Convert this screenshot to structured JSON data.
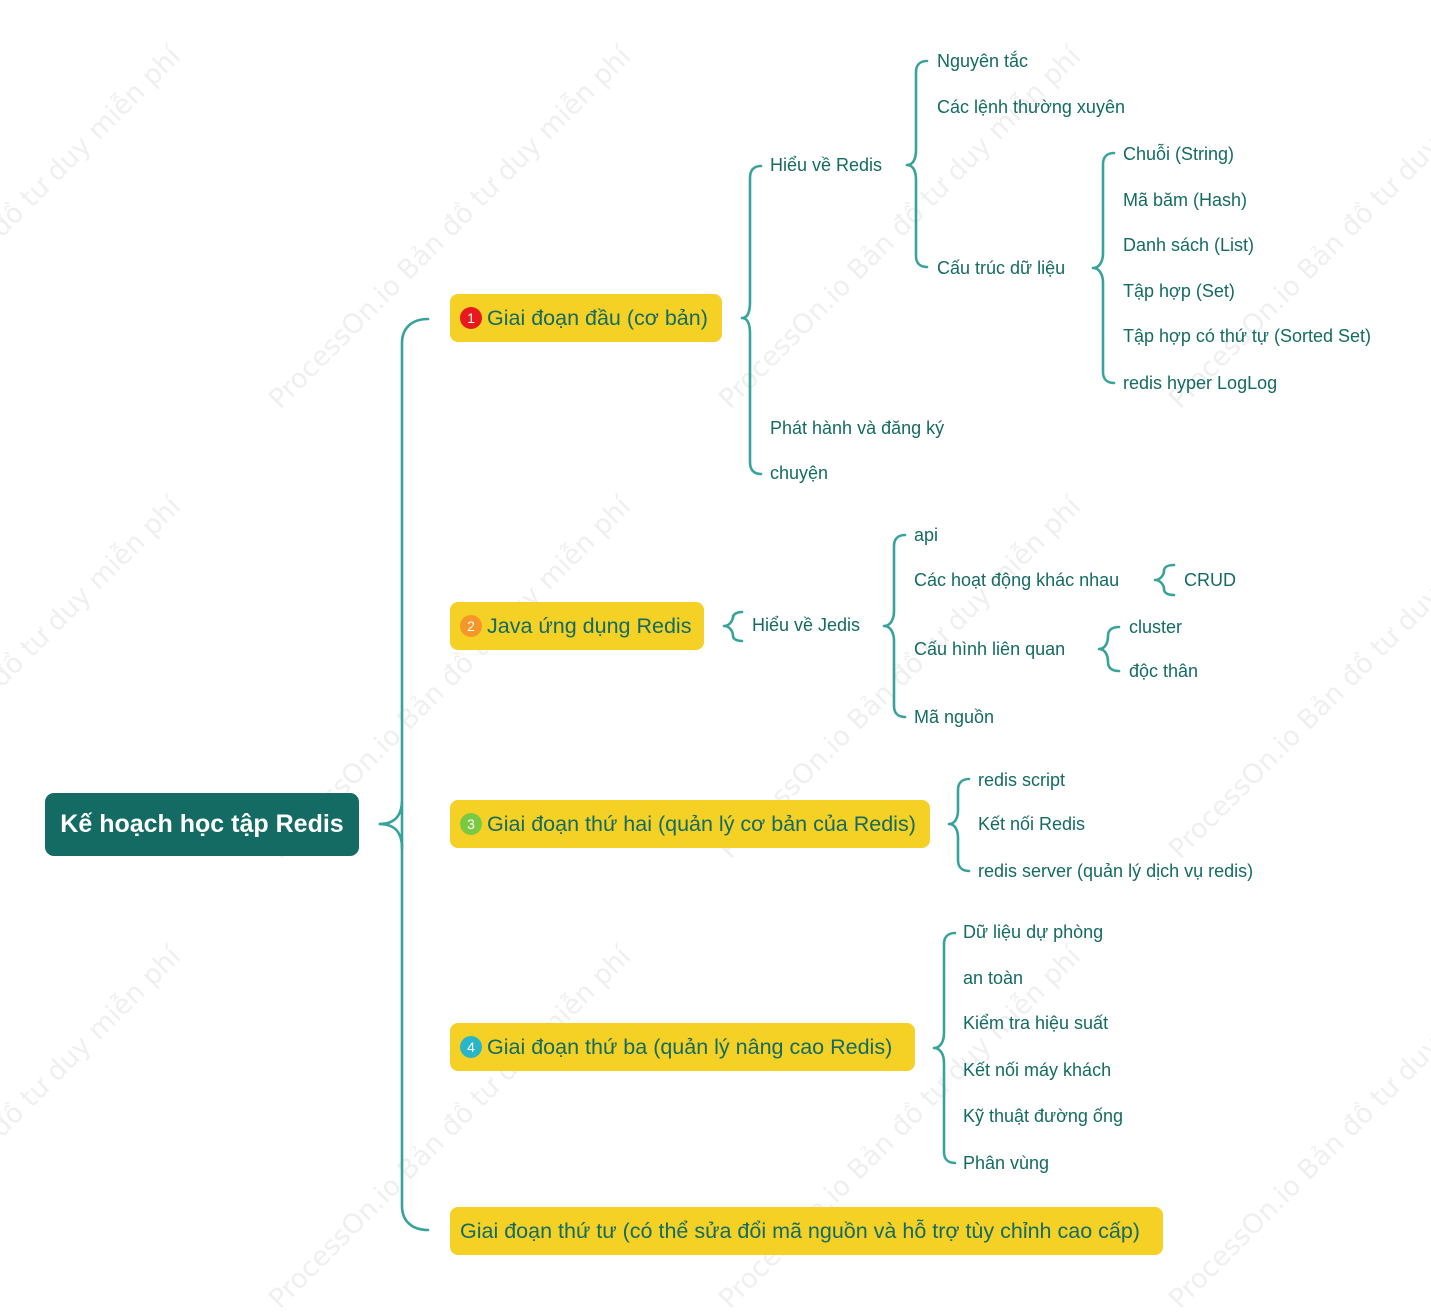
{
  "watermark": {
    "text": "ProcessOn.io Bản đồ tư duy miễn phí"
  },
  "colors": {
    "root_bg": "#136b63",
    "branch_bg": "#f5d025",
    "text": "#136b63",
    "connector": "#37a39a"
  },
  "root": {
    "label": "Kế hoạch học tập Redis"
  },
  "stage1": {
    "badge": "1",
    "badge_color": "#e8191c",
    "label": "Giai đoạn đầu (cơ bản)",
    "hieu_redis": {
      "label": "Hiểu về Redis",
      "nguyen_tac": "Nguyên tắc",
      "cac_lenh": "Các lệnh thường xuyên",
      "cau_truc": {
        "label": "Cấu trúc dữ liệu",
        "items": [
          "Chuỗi (String)",
          "Mã băm (Hash)",
          "Danh sách (List)",
          "Tập hợp (Set)",
          "Tập hợp có thứ tự (Sorted Set)",
          "redis hyper LogLog"
        ]
      }
    },
    "phat_hanh": "Phát hành và đăng ký",
    "chuyen": "chuyện"
  },
  "stage2": {
    "badge": "2",
    "badge_color": "#f5962a",
    "label": "Java ứng dụng Redis",
    "hieu_jedis": {
      "label": "Hiểu về Jedis",
      "api": "api",
      "hoat_dong": {
        "label": "Các hoạt động khác nhau",
        "crud": "CRUD"
      },
      "cau_hinh": {
        "label": "Cấu hình liên quan",
        "cluster": "cluster",
        "doc_than": "độc thân"
      },
      "ma_nguon": "Mã nguồn"
    }
  },
  "stage3": {
    "badge": "3",
    "badge_color": "#7ac943",
    "label": "Giai đoạn thứ hai (quản lý cơ bản của Redis)",
    "items": [
      "redis script",
      "Kết nối Redis",
      "redis server (quản lý dịch vụ redis)"
    ]
  },
  "stage4": {
    "badge": "4",
    "badge_color": "#29b6c9",
    "label": "Giai đoạn thứ ba (quản lý nâng cao Redis)",
    "items": [
      "Dữ liệu dự phòng",
      "an toàn",
      "Kiểm tra hiệu suất",
      "Kết nối máy khách",
      "Kỹ thuật đường ống",
      "Phân vùng"
    ]
  },
  "stage5": {
    "label": "Giai đoạn thứ tư (có thể sửa đổi mã nguồn và hỗ trợ tùy chỉnh cao cấp)"
  }
}
